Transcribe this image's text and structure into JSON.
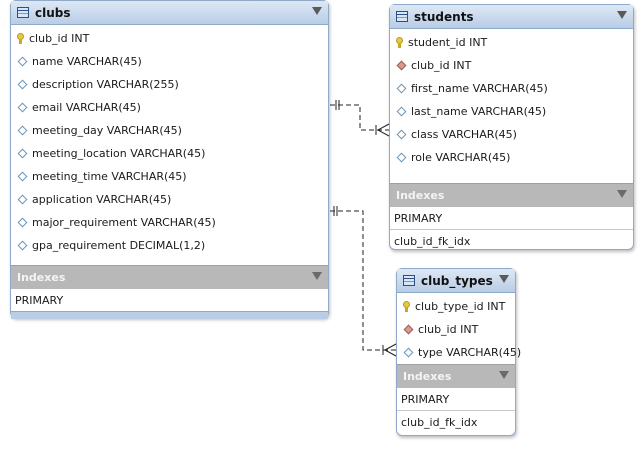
{
  "tables": {
    "clubs": {
      "title": "clubs",
      "columns": [
        {
          "name": "club_id INT",
          "kind": "pk"
        },
        {
          "name": "name VARCHAR(45)",
          "kind": "col"
        },
        {
          "name": "description VARCHAR(255)",
          "kind": "col"
        },
        {
          "name": "email VARCHAR(45)",
          "kind": "col"
        },
        {
          "name": "meeting_day VARCHAR(45)",
          "kind": "col"
        },
        {
          "name": "meeting_location VARCHAR(45)",
          "kind": "col"
        },
        {
          "name": "meeting_time VARCHAR(45)",
          "kind": "col"
        },
        {
          "name": "application VARCHAR(45)",
          "kind": "col"
        },
        {
          "name": "major_requirement VARCHAR(45)",
          "kind": "col"
        },
        {
          "name": "gpa_requirement DECIMAL(1,2)",
          "kind": "col"
        }
      ],
      "indexes_label": "Indexes",
      "indexes": [
        "PRIMARY"
      ]
    },
    "students": {
      "title": "students",
      "columns": [
        {
          "name": "student_id INT",
          "kind": "pk"
        },
        {
          "name": "club_id INT",
          "kind": "fk"
        },
        {
          "name": "first_name VARCHAR(45)",
          "kind": "col"
        },
        {
          "name": "last_name VARCHAR(45)",
          "kind": "col"
        },
        {
          "name": "class VARCHAR(45)",
          "kind": "col"
        },
        {
          "name": "role VARCHAR(45)",
          "kind": "col"
        }
      ],
      "indexes_label": "Indexes",
      "indexes": [
        "PRIMARY",
        "club_id_fk_idx"
      ]
    },
    "club_types": {
      "title": "club_types",
      "columns": [
        {
          "name": "club_type_id INT",
          "kind": "pk"
        },
        {
          "name": "club_id INT",
          "kind": "fk"
        },
        {
          "name": "type VARCHAR(45)",
          "kind": "col"
        }
      ],
      "indexes_label": "Indexes",
      "indexes": [
        "PRIMARY",
        "club_id_fk_idx"
      ]
    }
  },
  "relationships": [
    {
      "from": "clubs",
      "to": "students",
      "from_card": "one",
      "to_card": "many"
    },
    {
      "from": "clubs",
      "to": "club_types",
      "from_card": "one",
      "to_card": "many"
    }
  ],
  "colors": {
    "header": "#c6d8ee",
    "border": "#8fa9c8",
    "indexes_band": "#b8b8b8"
  }
}
